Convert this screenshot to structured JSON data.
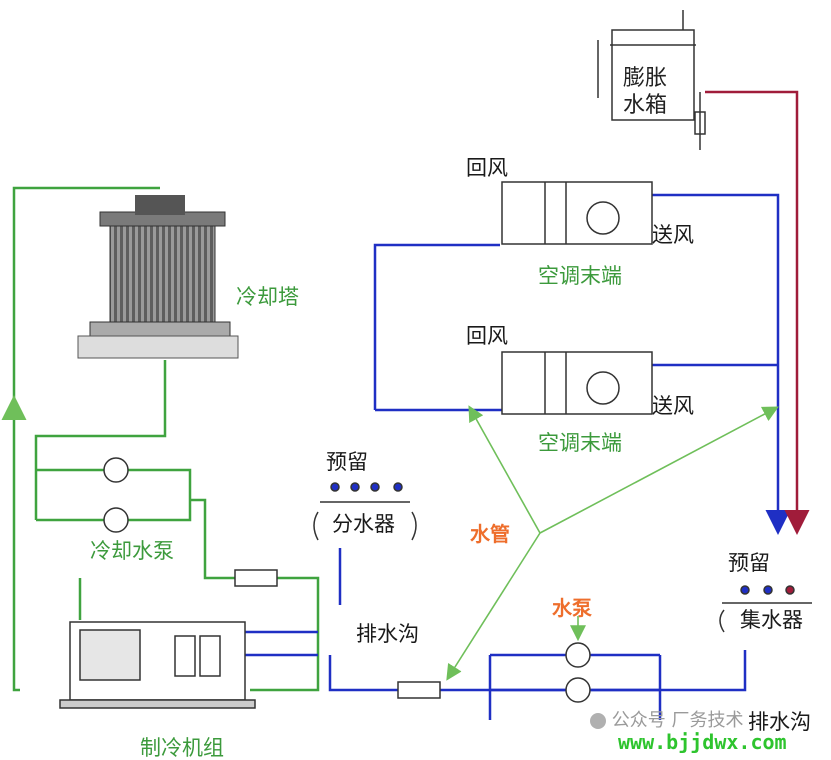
{
  "labels": {
    "expansion_tank_line1": "膨胀",
    "expansion_tank_line2": "水箱",
    "return_air_1": "回风",
    "supply_air_1": "送风",
    "ac_terminal_1": "空调末端",
    "return_air_2": "回风",
    "supply_air_2": "送风",
    "ac_terminal_2": "空调末端",
    "cooling_tower": "冷却塔",
    "cooling_pump": "冷却水泵",
    "reserve_left": "预留",
    "water_divider": "分水器",
    "drain_left": "排水沟",
    "water_pipe": "水管",
    "water_pump": "水泵",
    "reserve_right": "预留",
    "water_collector": "集水器",
    "drain_right": "排水沟",
    "chiller_unit": "制冷机组"
  },
  "watermark": {
    "wechat": "公众号",
    "name": "厂务技术",
    "site": "www.bjjdwx.com"
  },
  "colors": {
    "cooling_loop": "#3fa33f",
    "chilled_loop": "#1f2fc4",
    "expansion_line": "#a01c3a",
    "callout": "#6fbf5a",
    "equipment_line": "#333333",
    "label_orange": "#ee6e2c",
    "label_green": "#3c9a3c"
  }
}
